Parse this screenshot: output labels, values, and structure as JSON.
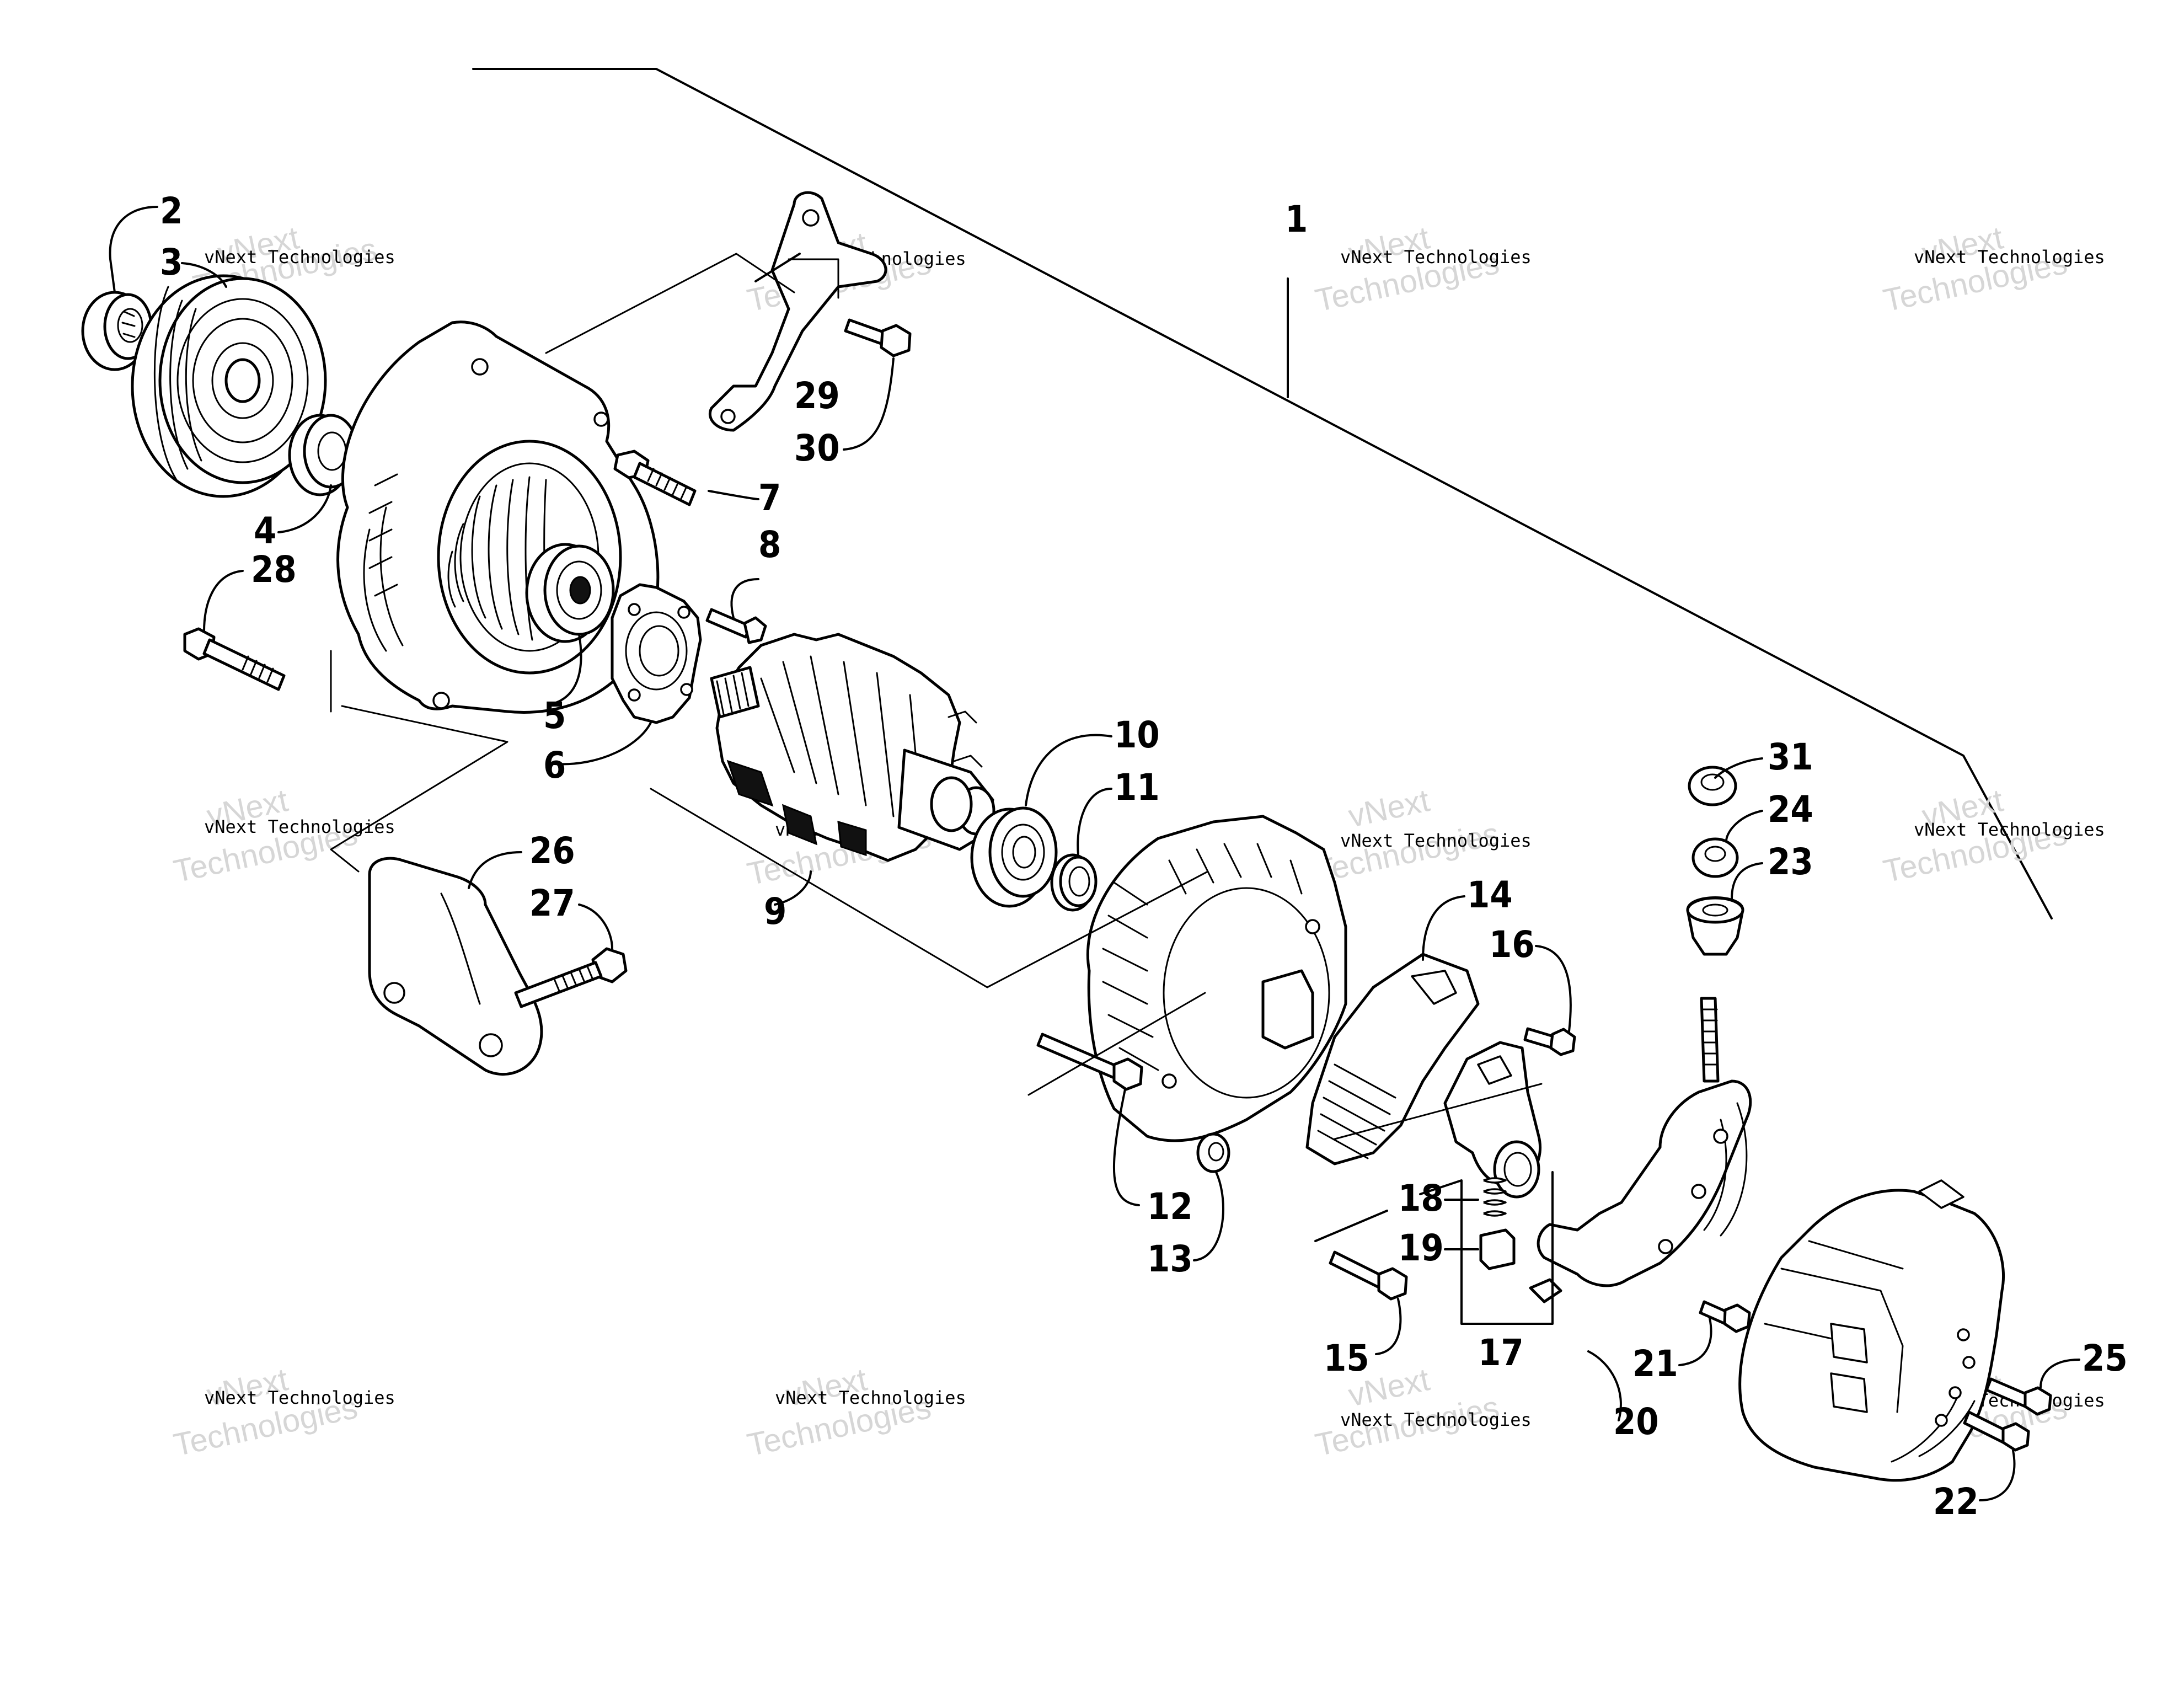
{
  "watermark": {
    "line1": "vNext Technologies",
    "line2": "vNext",
    "line3": "Technologies"
  },
  "callouts": {
    "c1": "1",
    "c2": "2",
    "c3": "3",
    "c4": "4",
    "c5": "5",
    "c6": "6",
    "c7": "7",
    "c8": "8",
    "c9": "9",
    "c10": "10",
    "c11": "11",
    "c12": "12",
    "c13": "13",
    "c14": "14",
    "c15": "15",
    "c16": "16",
    "c17": "17",
    "c18": "18",
    "c19": "19",
    "c20": "20",
    "c21": "21",
    "c22": "22",
    "c23": "23",
    "c24": "24",
    "c25": "25",
    "c26": "26",
    "c27": "27",
    "c28": "28",
    "c29": "29",
    "c30": "30",
    "c31": "31"
  }
}
